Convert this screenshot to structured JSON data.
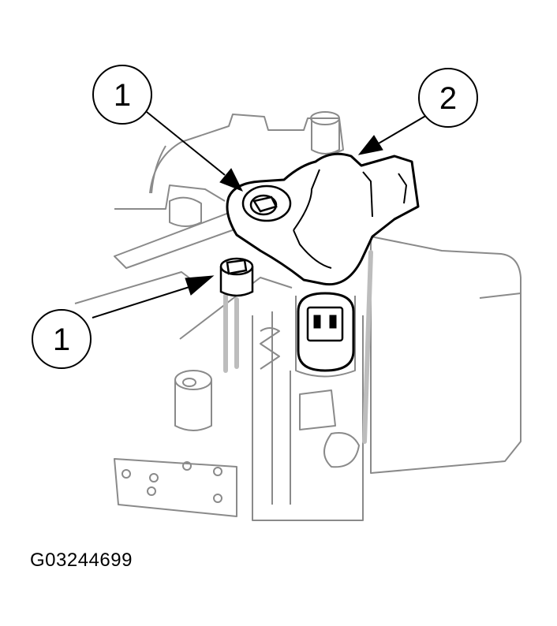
{
  "figure_id": "G03244699",
  "callouts": {
    "bolt_top": "1",
    "bolt_bottom": "1",
    "sensor": "2"
  },
  "colors": {
    "ink": "#000000",
    "background": "#ffffff",
    "shading": "#bdbdbd"
  }
}
